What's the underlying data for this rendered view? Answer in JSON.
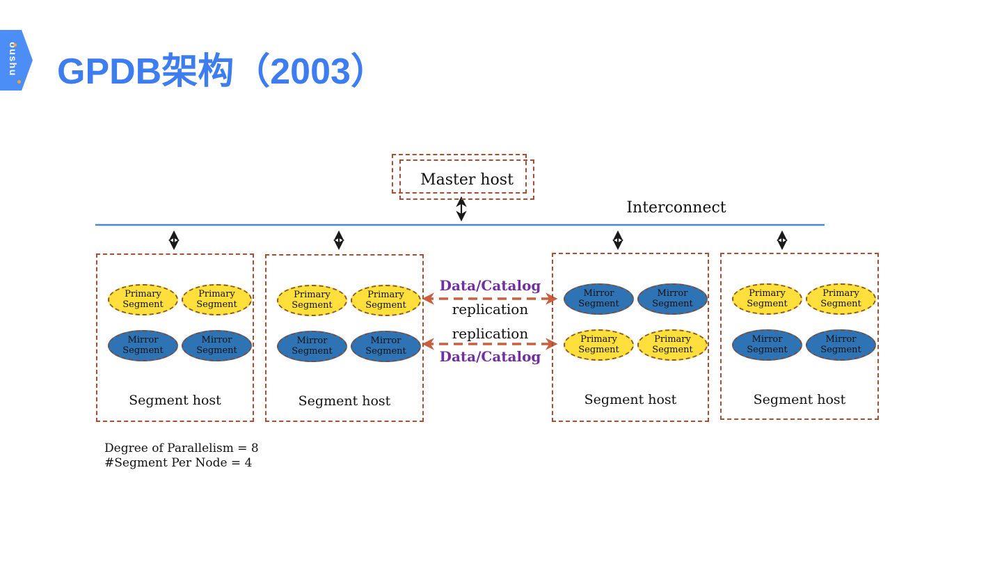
{
  "logo": {
    "brand": "oushu"
  },
  "header": {
    "title": "GPDB架构（2003）"
  },
  "diagram": {
    "master_label": "Master host",
    "interconnect_label": "Interconnect",
    "replication": {
      "top": {
        "line1": "Data/Catalog",
        "line2": "replication"
      },
      "bottom": {
        "line1": "replication",
        "line2": "Data/Catalog"
      }
    },
    "hosts": [
      {
        "label": "Segment host",
        "rows": [
          {
            "kind": "primary",
            "segments": [
              "Primary Segment",
              "Primary Segment"
            ]
          },
          {
            "kind": "mirror",
            "segments": [
              "Mirror Segment",
              "Mirror Segment"
            ]
          }
        ]
      },
      {
        "label": "Segment host",
        "rows": [
          {
            "kind": "primary",
            "segments": [
              "Primary Segment",
              "Primary Segment"
            ]
          },
          {
            "kind": "mirror",
            "segments": [
              "Mirror Segment",
              "Mirror Segment"
            ]
          }
        ]
      },
      {
        "label": "Segment host",
        "rows": [
          {
            "kind": "mirror",
            "segments": [
              "Mirror Segment",
              "Mirror Segment"
            ]
          },
          {
            "kind": "primary",
            "segments": [
              "Primary Segment",
              "Primary Segment"
            ]
          }
        ]
      },
      {
        "label": "Segment host",
        "rows": [
          {
            "kind": "primary",
            "segments": [
              "Primary Segment",
              "Primary Segment"
            ]
          },
          {
            "kind": "mirror",
            "segments": [
              "Mirror Segment",
              "Mirror Segment"
            ]
          }
        ]
      }
    ],
    "notes": {
      "line1": "Degree of Parallelism = 8",
      "line2": "#Segment Per Node = 4"
    }
  },
  "colors": {
    "title_blue": "#3E7DF0",
    "logo_blue": "#4C8DF6",
    "logo_accent_orange": "#F2A73B",
    "interconnect_line_blue": "#4E86C8",
    "dashed_box_border": "#A94E35",
    "primary_segment_fill": "#FFDF3C",
    "mirror_segment_fill": "#2E74B5",
    "replication_arrow": "#C8603F",
    "replication_text_purple": "#7030A0"
  }
}
